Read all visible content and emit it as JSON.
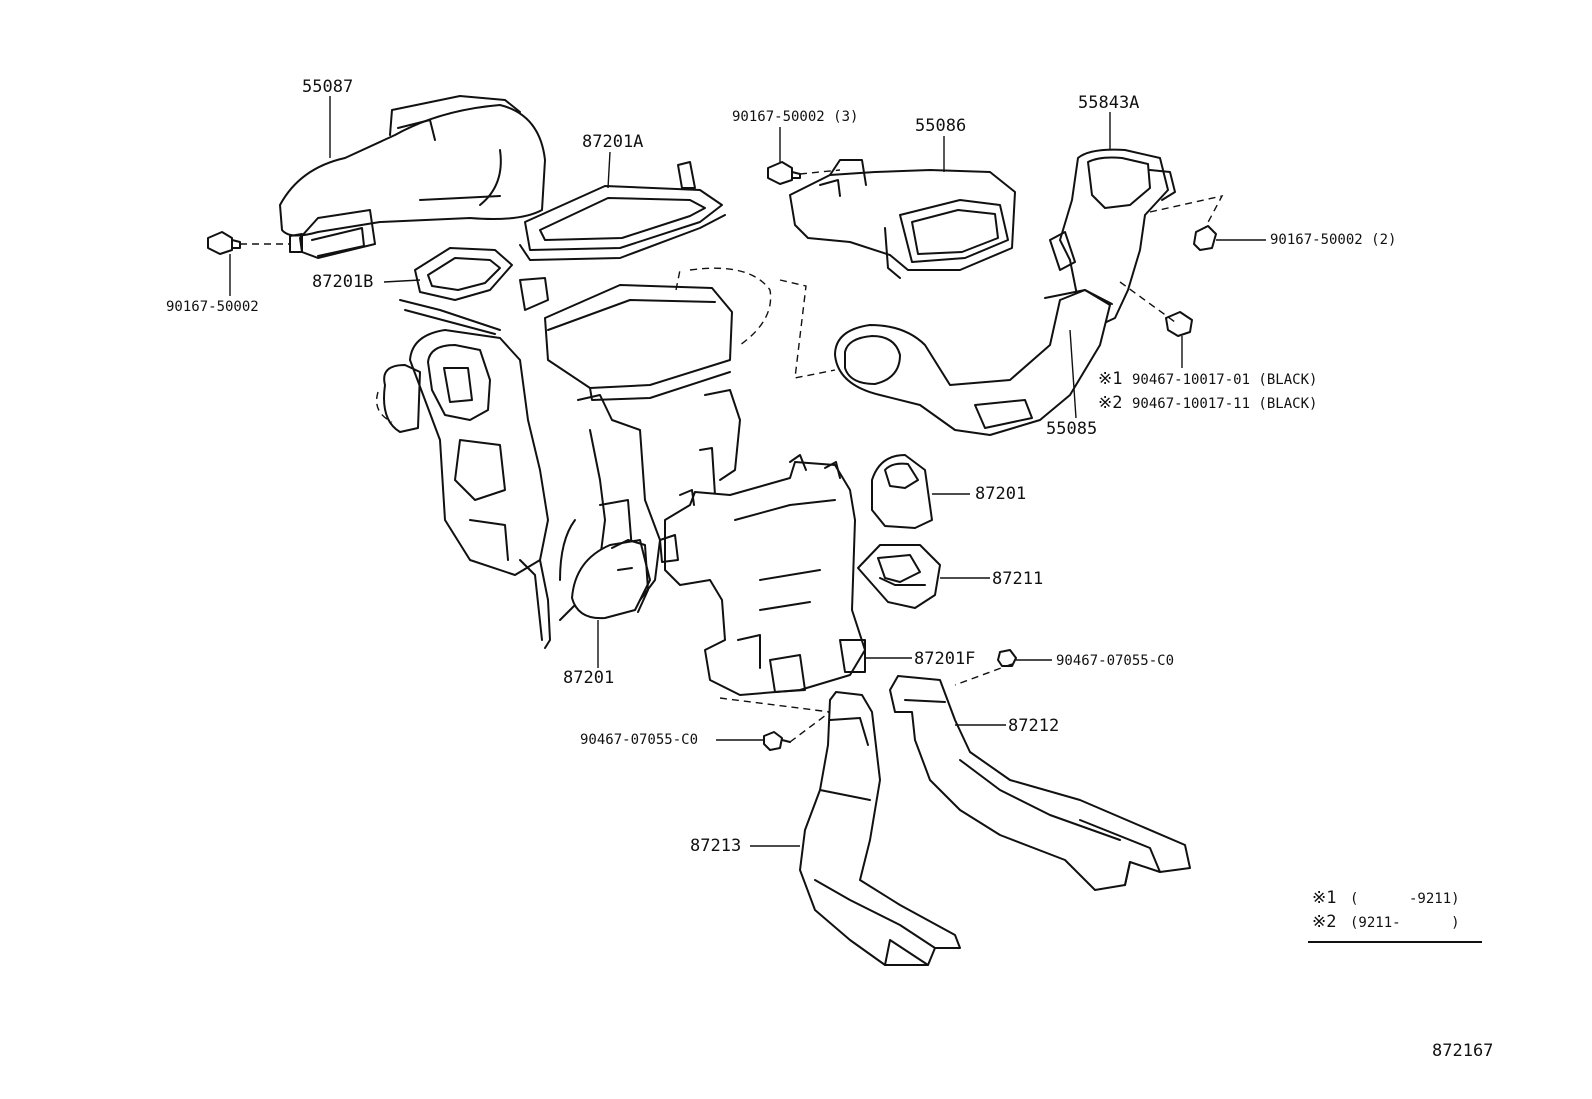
{
  "part_labels": {
    "p55087": "55087",
    "p87201A": "87201A",
    "p90167_top": "90167-50002 (3)",
    "p55086": "55086",
    "p55843A": "55843A",
    "p90167_right": "90167-50002 (2)",
    "p90167_left": "90167-50002",
    "p87201B": "87201B",
    "p90467_10017_01": "90467-10017-01 (BLACK)",
    "p90467_10017_11": "90467-10017-11 (BLACK)",
    "p55085": "55085",
    "p87201_right": "87201",
    "p87211": "87211",
    "p87201_lower": "87201",
    "p87201F": "87201F",
    "p90467_07055_right": "90467-07055-C0",
    "p90467_07055_left": "90467-07055-C0",
    "p87212": "87212",
    "p87213": "87213"
  },
  "markers": {
    "m1": "※1",
    "m2": "※2"
  },
  "legend": {
    "row1_mark": "※1",
    "row1_range": "(      -9211)",
    "row2_mark": "※2",
    "row2_range": "(9211-      )"
  },
  "figure_code": "872167"
}
